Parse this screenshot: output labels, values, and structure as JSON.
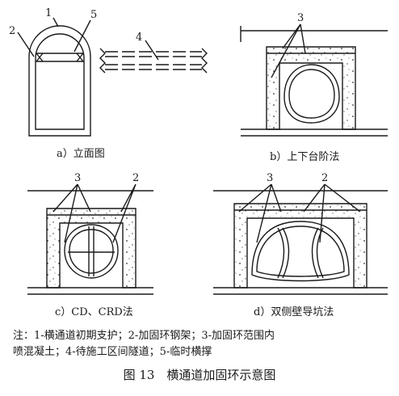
{
  "panels": {
    "a": {
      "caption": "a）立面图",
      "callouts": [
        "1",
        "2",
        "4",
        "5"
      ]
    },
    "b": {
      "caption": "b）上下台阶法",
      "callouts": [
        "3"
      ]
    },
    "c": {
      "caption": "c）CD、CRD法",
      "callouts": [
        "3",
        "2"
      ]
    },
    "d": {
      "caption": "d）双侧壁导坑法",
      "callouts": [
        "3",
        "2"
      ]
    }
  },
  "notes": {
    "line1": "注：1-横通道初期支护；2-加固环钢架；3-加固环范围内",
    "line2": "喷混凝土；4-待施工区间隧道；5-临时横撑"
  },
  "figure_title": "图 13　横通道加固环示意图"
}
